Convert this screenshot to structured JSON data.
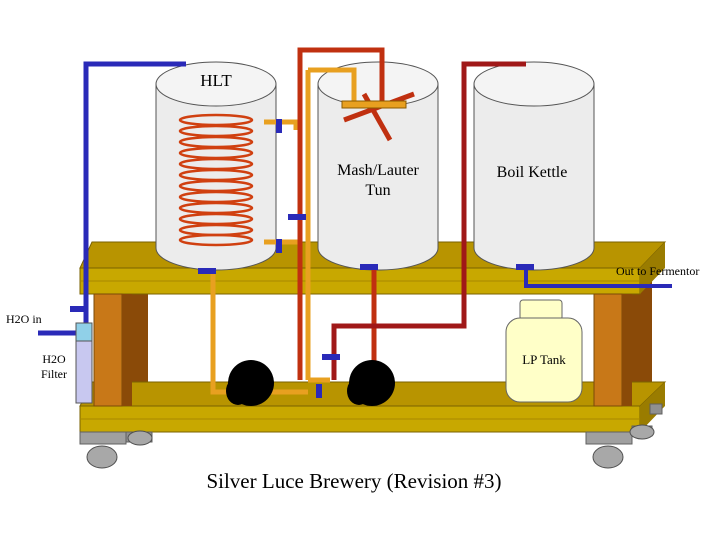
{
  "title": "Silver Luce Brewery (Revision #3)",
  "vessels": {
    "hlt": "HLT",
    "mash_line1": "Mash/Lauter",
    "mash_line2": "Tun",
    "boil": "Boil Kettle"
  },
  "labels": {
    "out_to_fermentor": "Out to Fermentor",
    "h2o_in": "H2O in",
    "filter_line1": "H2O",
    "filter_line2": "Filter",
    "lp_tank": "LP Tank"
  },
  "colors": {
    "frame": "#c8a800",
    "leg": "#b86a10",
    "vessel": "#ececec",
    "water_pipe": "#2a2ab8",
    "hot_pipe": "#c03010",
    "wort_pipe": "#a01818",
    "orange_pipe": "#e8a020",
    "lp_tank": "#ffffc8"
  }
}
